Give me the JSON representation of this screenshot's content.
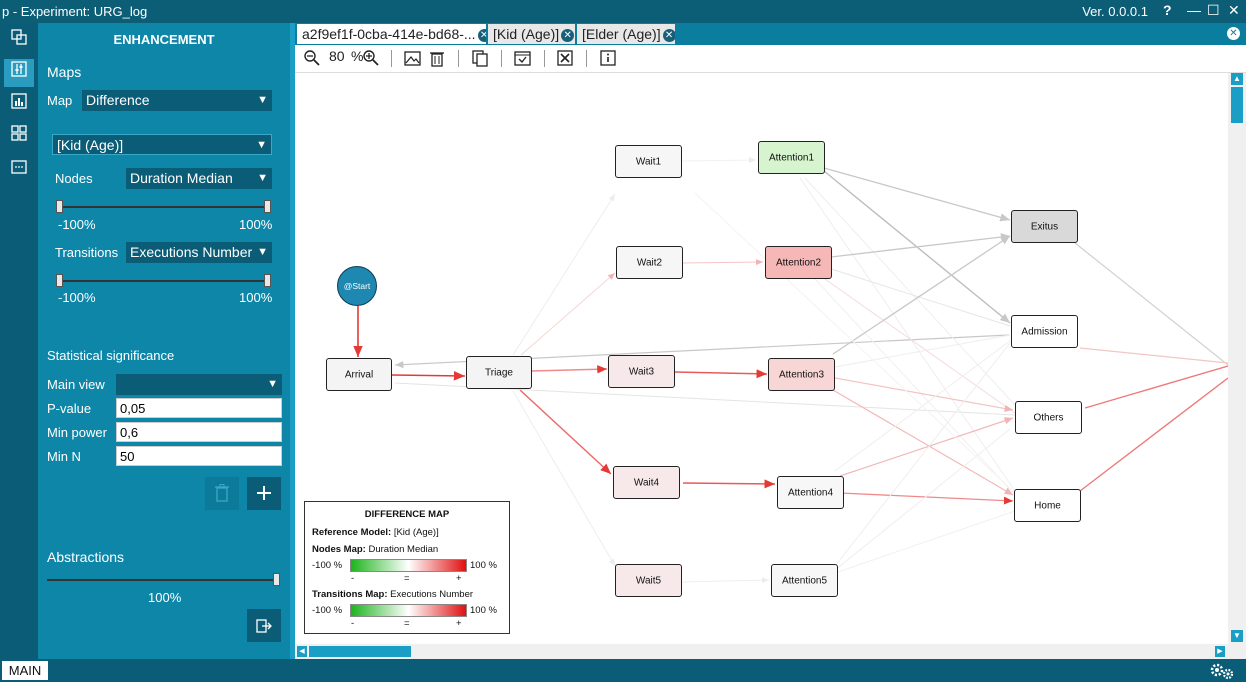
{
  "window": {
    "title": "p  -  Experiment: URG_log",
    "version": "Ver. 0.0.0.1",
    "help_glyph": "?",
    "min_glyph": "—",
    "max_glyph": "☐",
    "close_glyph": "✕"
  },
  "sidebar_icons": [
    "process-icon",
    "enhancement-icon",
    "chart-icon",
    "grid-icon",
    "console-icon"
  ],
  "panel": {
    "header": "ENHANCEMENT",
    "maps_title": "Maps",
    "map_label": "Map",
    "map_value": "Difference",
    "model_value": "[Kid (Age)]",
    "nodes_label": "Nodes",
    "nodes_value": "Duration Median",
    "nodes_min": "-100%",
    "nodes_max": "100%",
    "transitions_label": "Transitions",
    "transitions_value": "Executions Number",
    "trans_min": "-100%",
    "trans_max": "100%",
    "stat_title": "Statistical significance",
    "main_view_label": "Main view",
    "main_view_value": "",
    "pvalue_label": "P-value",
    "pvalue_value": "0,05",
    "minpower_label": "Min power",
    "minpower_value": "0,6",
    "minn_label": "Min N",
    "minn_value": "50",
    "abstractions_title": "Abstractions",
    "abstractions_value": "100%"
  },
  "tabs": [
    {
      "label": "a2f9ef1f-0cba-414e-bd68-..."
    },
    {
      "label": "[Kid (Age)]"
    },
    {
      "label": "[Elder (Age)]"
    }
  ],
  "toolbar": {
    "zoom": "80",
    "zoom_unit": "%"
  },
  "graph": {
    "nodes": [
      {
        "id": "start",
        "label": "@Start"
      },
      {
        "id": "arrival",
        "label": "Arrival",
        "color": "#f4f4f4"
      },
      {
        "id": "triage",
        "label": "Triage",
        "color": "#f4f4f4"
      },
      {
        "id": "wait1",
        "label": "Wait1",
        "color": "#f6f6f6"
      },
      {
        "id": "wait2",
        "label": "Wait2",
        "color": "#f6f6f6"
      },
      {
        "id": "wait3",
        "label": "Wait3",
        "color": "#f7e9ea"
      },
      {
        "id": "wait4",
        "label": "Wait4",
        "color": "#f7e9ea"
      },
      {
        "id": "wait5",
        "label": "Wait5",
        "color": "#f7e9ea"
      },
      {
        "id": "attention1",
        "label": "Attention1",
        "color": "#d6f5cf"
      },
      {
        "id": "attention2",
        "label": "Attention2",
        "color": "#f6b7b7"
      },
      {
        "id": "attention3",
        "label": "Attention3",
        "color": "#f8d6d6"
      },
      {
        "id": "attention4",
        "label": "Attention4",
        "color": "#f7f7f7"
      },
      {
        "id": "attention5",
        "label": "Attention5",
        "color": "#f7f7f7"
      },
      {
        "id": "exitus",
        "label": "Exitus",
        "color": "#d9d9d9"
      },
      {
        "id": "admission",
        "label": "Admission",
        "color": "#ffffff"
      },
      {
        "id": "others",
        "label": "Others",
        "color": "#ffffff"
      },
      {
        "id": "home",
        "label": "Home",
        "color": "#ffffff"
      }
    ]
  },
  "legend": {
    "title": "DIFFERENCE MAP",
    "ref_label": "Reference Model:",
    "ref_value": "[Kid (Age)]",
    "nodes_label": "Nodes Map:",
    "nodes_value": "Duration Median",
    "trans_label": "Transitions Map:",
    "trans_value": "Executions Number",
    "min": "-100 %",
    "max": "100 %",
    "minus": "-",
    "equals": "=",
    "plus": "+"
  },
  "status": {
    "main_label": "MAIN"
  },
  "colors": {
    "accent": "#0e86a8",
    "dark": "#0b5d77",
    "increase": "#e53935",
    "decrease": "#2ecc40"
  }
}
